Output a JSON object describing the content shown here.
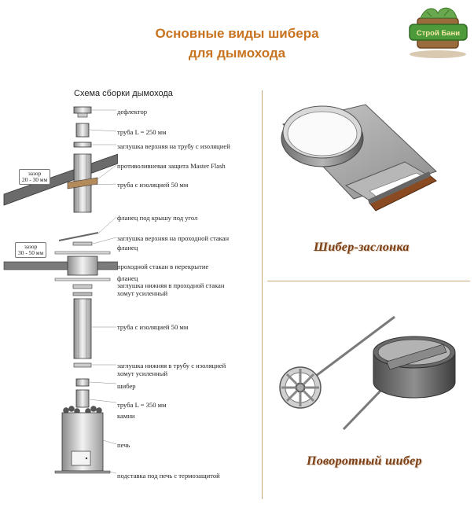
{
  "header": {
    "title_line1": "Основные виды шибера",
    "title_line2": "для дымохода"
  },
  "logo": {
    "text": "Строй Бани"
  },
  "scheme": {
    "title": "Схема сборки дымохода",
    "labels": [
      "дефлектор",
      "труба L = 250 мм",
      "заглушка верхняя на трубу с изоляцией",
      "противоливневая защита Master Flash",
      "труба с изоляцией 50 мм",
      "фланец под крышу под угол",
      "заглушка верхняя на проходной стакан",
      "фланец",
      "проходной стакан в перекрытие",
      "фланец",
      "заглушка нижняя в проходной стакан",
      "хомут усиленный",
      "труба с изоляцией 50 мм",
      "заглушка нижняя в трубу с изоляцией",
      "хомут усиленный",
      "шибер",
      "труба L = 350 мм",
      "камни",
      "печь",
      "подставка под печь с термозащитой"
    ],
    "gap1_line1": "зазор",
    "gap1_line2": "20 - 30 мм",
    "gap2_line1": "зазор",
    "gap2_line2": "30 - 50 мм"
  },
  "captions": {
    "damper_slide": "Шибер-заслонка",
    "damper_rotary": "Поворотный шибер"
  },
  "colors": {
    "title": "#c8731f",
    "caption": "#7b3f18",
    "divider": "#c9a67a"
  }
}
